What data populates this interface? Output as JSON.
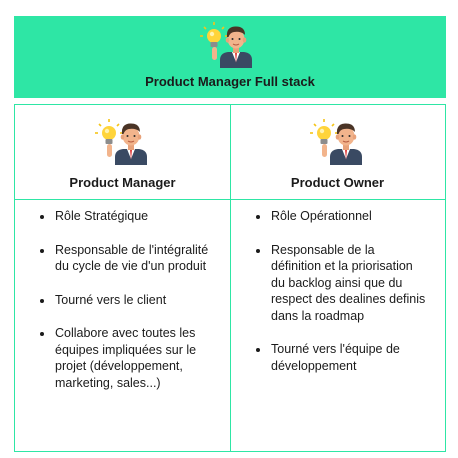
{
  "header": {
    "title": "Product Manager Full stack",
    "icon": "manager-idea-icon",
    "background_color": "#2ee6a5"
  },
  "columns": [
    {
      "title": "Product Manager",
      "icon": "manager-idea-icon",
      "items": [
        "Rôle Stratégique",
        "Responsable de l'intégralité du cycle de vie d'un produit",
        "Tourné vers le client",
        "Collabore avec toutes les équipes impliquées sur le projet (développement, marketing, sales...)"
      ]
    },
    {
      "title": "Product Owner",
      "icon": "manager-idea-icon",
      "items": [
        "Rôle Opérationnel",
        "Responsable de la définition et la priorisation du backlog ainsi que du respect des dealines definis dans la roadmap",
        "Tourné vers l'équipe de développement"
      ]
    }
  ]
}
